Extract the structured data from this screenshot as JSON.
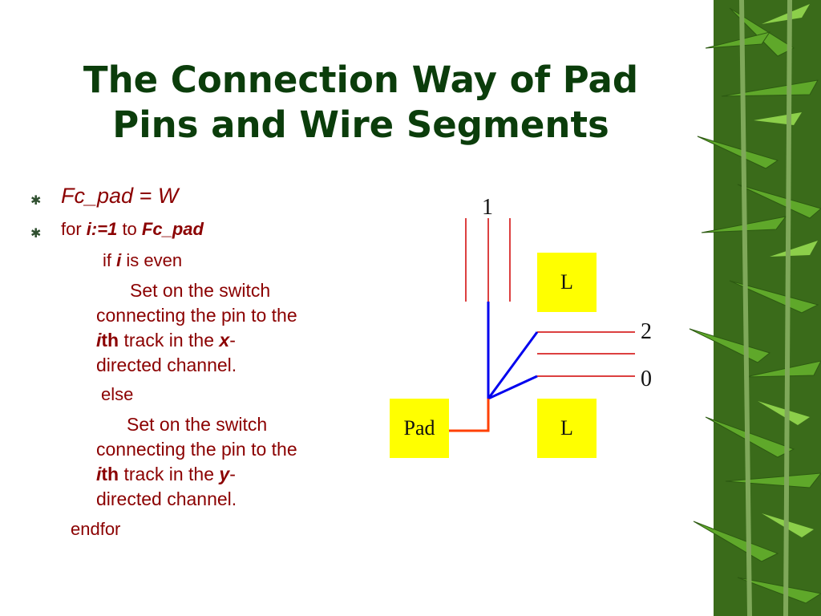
{
  "title_line1": "The Connection Way of Pad",
  "title_line2": "Pins and Wire Segments",
  "bullets": {
    "b1": "Fc_pad = W",
    "b2_for": "for ",
    "b2_i": "i:=1",
    "b2_to": " to ",
    "b2_fc": "Fc_pad"
  },
  "algo": {
    "if_kw": "if ",
    "if_i": "i",
    "if_rest": " is even",
    "set1_line1": "Set on the switch",
    "set1_line2": "connecting the pin to the",
    "set1_ith_i": "i",
    "set1_ith_th": "th",
    "set1_mid": " track in the ",
    "set1_dir": "x",
    "set1_dash": "-",
    "set1_line4": "directed channel.",
    "else_kw": "else",
    "set2_line1": "Set on the switch",
    "set2_line2": "connecting the pin to the",
    "set2_ith_i": "i",
    "set2_ith_th": "th",
    "set2_mid": " track in the ",
    "set2_dir": "y",
    "set2_dash": "-",
    "set2_line4": "directed channel.",
    "endfor": "endfor"
  },
  "diagram": {
    "track_label_top": "1",
    "track_label_mid": "2",
    "track_label_bottom": "0",
    "logic_top": "L",
    "logic_bottom": "L",
    "pad": "Pad"
  },
  "colors": {
    "title": "#0b3d0b",
    "body_text": "#8b0000",
    "box": "#ffff00",
    "wire_red": "#d00000",
    "wire_blue": "#0000ee",
    "pad_wire": "#ff4000"
  }
}
